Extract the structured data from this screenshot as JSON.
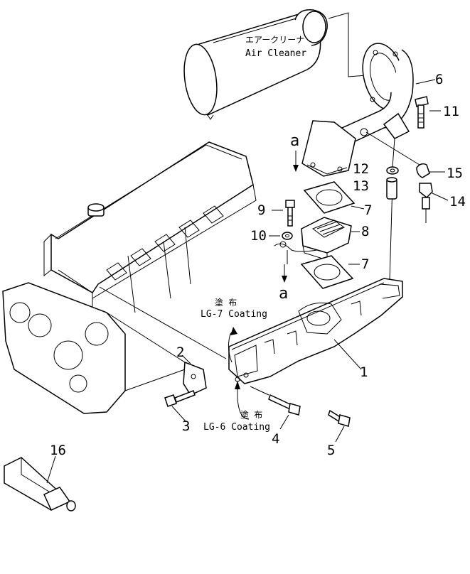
{
  "callouts": {
    "n1": "1",
    "n2": "2",
    "n3": "3",
    "n4": "4",
    "n5": "5",
    "n6": "6",
    "n7a": "7",
    "n7b": "7",
    "n8": "8",
    "n9": "9",
    "n10": "10",
    "n11": "11",
    "n12": "12",
    "n13": "13",
    "n14": "14",
    "n15": "15",
    "n16": "16"
  },
  "marks": {
    "a_top": "a",
    "a_bottom": "a"
  },
  "labels": {
    "air_cleaner_jp": "エアークリーナ",
    "air_cleaner_en": "Air  Cleaner",
    "lg7_jp": "塗 布",
    "lg7_en": "LG-7  Coating",
    "lg6_jp": "塗 布",
    "lg6_en": "LG-6  Coating"
  }
}
